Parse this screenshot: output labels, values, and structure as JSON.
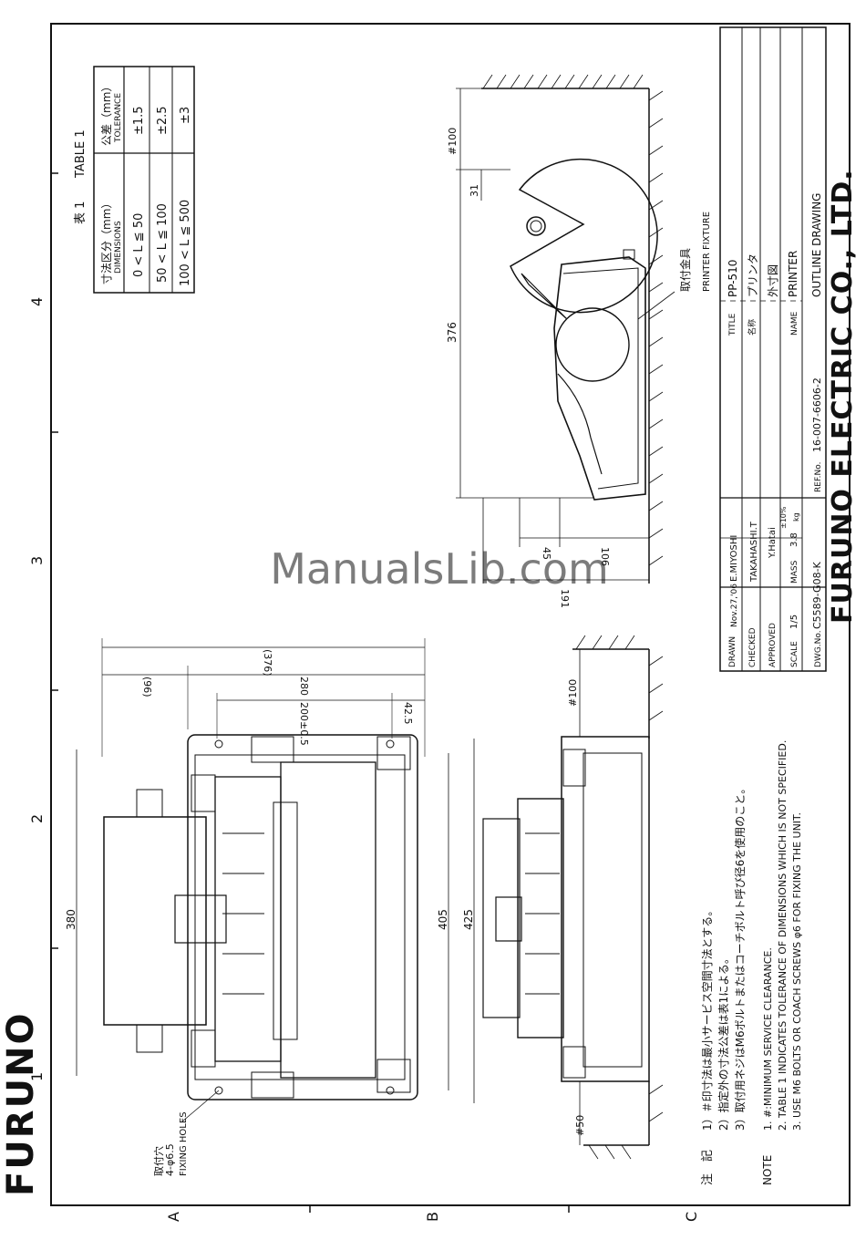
{
  "brand": {
    "logo_text": "FURUNO",
    "company": "FURUNO ELECTRIC CO., LTD."
  },
  "watermark": "ManualsLib.com",
  "grid": {
    "columns": [
      "1",
      "2",
      "3",
      "4"
    ],
    "rows": [
      "A",
      "B",
      "C"
    ]
  },
  "table1": {
    "title_jp": "表 1",
    "title_en": "TABLE 1",
    "header_range_jp": "寸法区分（mm）",
    "header_range_en": "DIMENSIONS",
    "header_tol_jp": "公差（mm）",
    "header_tol_en": "TOLERANCE",
    "rows": [
      {
        "range": "0 < L ≦ 50",
        "tol": "±1.5"
      },
      {
        "range": "50 < L ≦ 100",
        "tol": "±2.5"
      },
      {
        "range": "100 < L ≦ 500",
        "tol": "±3"
      }
    ]
  },
  "side_view": {
    "dim_top": "#100",
    "dim_31": "31",
    "dim_376": "376",
    "dim_45": "45",
    "dim_106": "106",
    "dim_191": "191",
    "fixture_jp": "取付金具",
    "fixture_en": "PRINTER FIXTURE"
  },
  "bottom_view": {
    "dim_376p": "(376)",
    "dim_96p": "(96)",
    "dim_280": "280",
    "dim_200": "200±0.5",
    "dim_425a": "42.5",
    "dim_380": "380",
    "dim_405": "405",
    "dim_425": "425",
    "holes_jp": "取付穴",
    "holes_spec": "4-φ6.5",
    "holes_en": "FIXING HOLES"
  },
  "front_view": {
    "dim_top": "#100",
    "dim_bottom": "#50"
  },
  "notes": {
    "label_jp": "注　記",
    "jp": [
      "1）＃印寸法は最小サービス空間寸法とする。",
      "2）指定外の寸法公差は表1による。",
      "3）取付用ネジはM6ボルトまたはコーチボルト呼び径6を使用のこと。"
    ],
    "label_en": "NOTE",
    "en": [
      "1. #:MINIMUM SERVICE CLEARANCE.",
      "2. TABLE 1 INDICATES TOLERANCE OF DIMENSIONS WHICH IS NOT SPECIFIED.",
      "3. USE M6 BOLTS OR COACH SCREWS φ6 FOR FIXING THE UNIT."
    ]
  },
  "title_block": {
    "drawn_label": "DRAWN",
    "drawn_date": "Nov.27,'06",
    "drawn_name": "E.MIYOSHI",
    "checked_label": "CHECKED",
    "checked_name": "TAKAHASHI.T",
    "approved_label": "APPROVED",
    "approved_name": "Y.Hatai",
    "scale_label": "SCALE",
    "scale_value": "1/5",
    "mass_label": "MASS",
    "mass_value": "3.8",
    "mass_tol": "±10%",
    "mass_unit": "kg",
    "dwg_label": "DWG.No.",
    "dwg_value": "C5589-G08-K",
    "ref_label": "REF.No.",
    "ref_value": "16-007-6606-2",
    "title_label": "TITLE",
    "title_value": "PP-510",
    "name_jp_label": "名称",
    "name_jp": "プリンタ",
    "name_jp2": "外寸図",
    "name_label": "NAME",
    "name_en": "PRINTER",
    "name_en2": "OUTLINE DRAWING"
  }
}
